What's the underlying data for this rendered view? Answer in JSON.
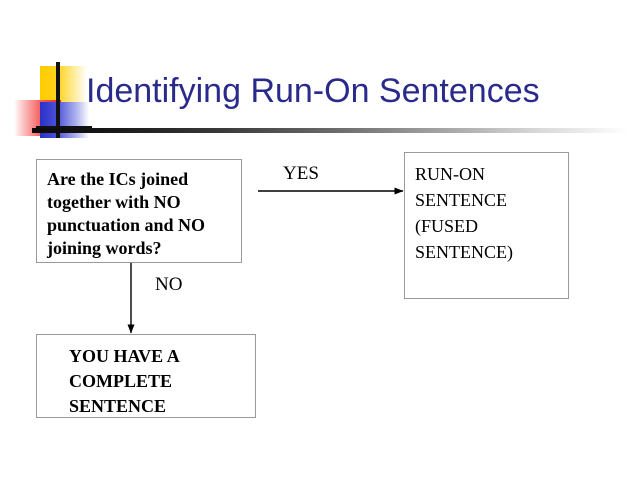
{
  "slide": {
    "title": "Identifying Run-On Sentences",
    "title_color": "#2A2A8C",
    "background_color": "#FFFFFF"
  },
  "logo": {
    "name": "decorative-color-blocks",
    "colors": {
      "yellow": "#FFCC00",
      "red": "#F03030",
      "blue": "#2B30C8",
      "bars": "#111111"
    }
  },
  "flowchart": {
    "type": "decision-flow",
    "nodes": [
      {
        "id": "question",
        "shape": "rectangle",
        "bold": true,
        "text": "Are the ICs joined together with NO punctuation and NO joining words?"
      },
      {
        "id": "runon",
        "shape": "rectangle",
        "bold": false,
        "text": "RUN-ON SENTENCE (FUSED SENTENCE)"
      },
      {
        "id": "complete",
        "shape": "rectangle",
        "bold": true,
        "text": "YOU HAVE A COMPLETE SENTENCE"
      }
    ],
    "edges": [
      {
        "id": "yes-edge",
        "from": "question",
        "to": "runon",
        "label": "YES",
        "direction": "right"
      },
      {
        "id": "no-edge",
        "from": "question",
        "to": "complete",
        "label": "NO",
        "direction": "down"
      }
    ]
  }
}
